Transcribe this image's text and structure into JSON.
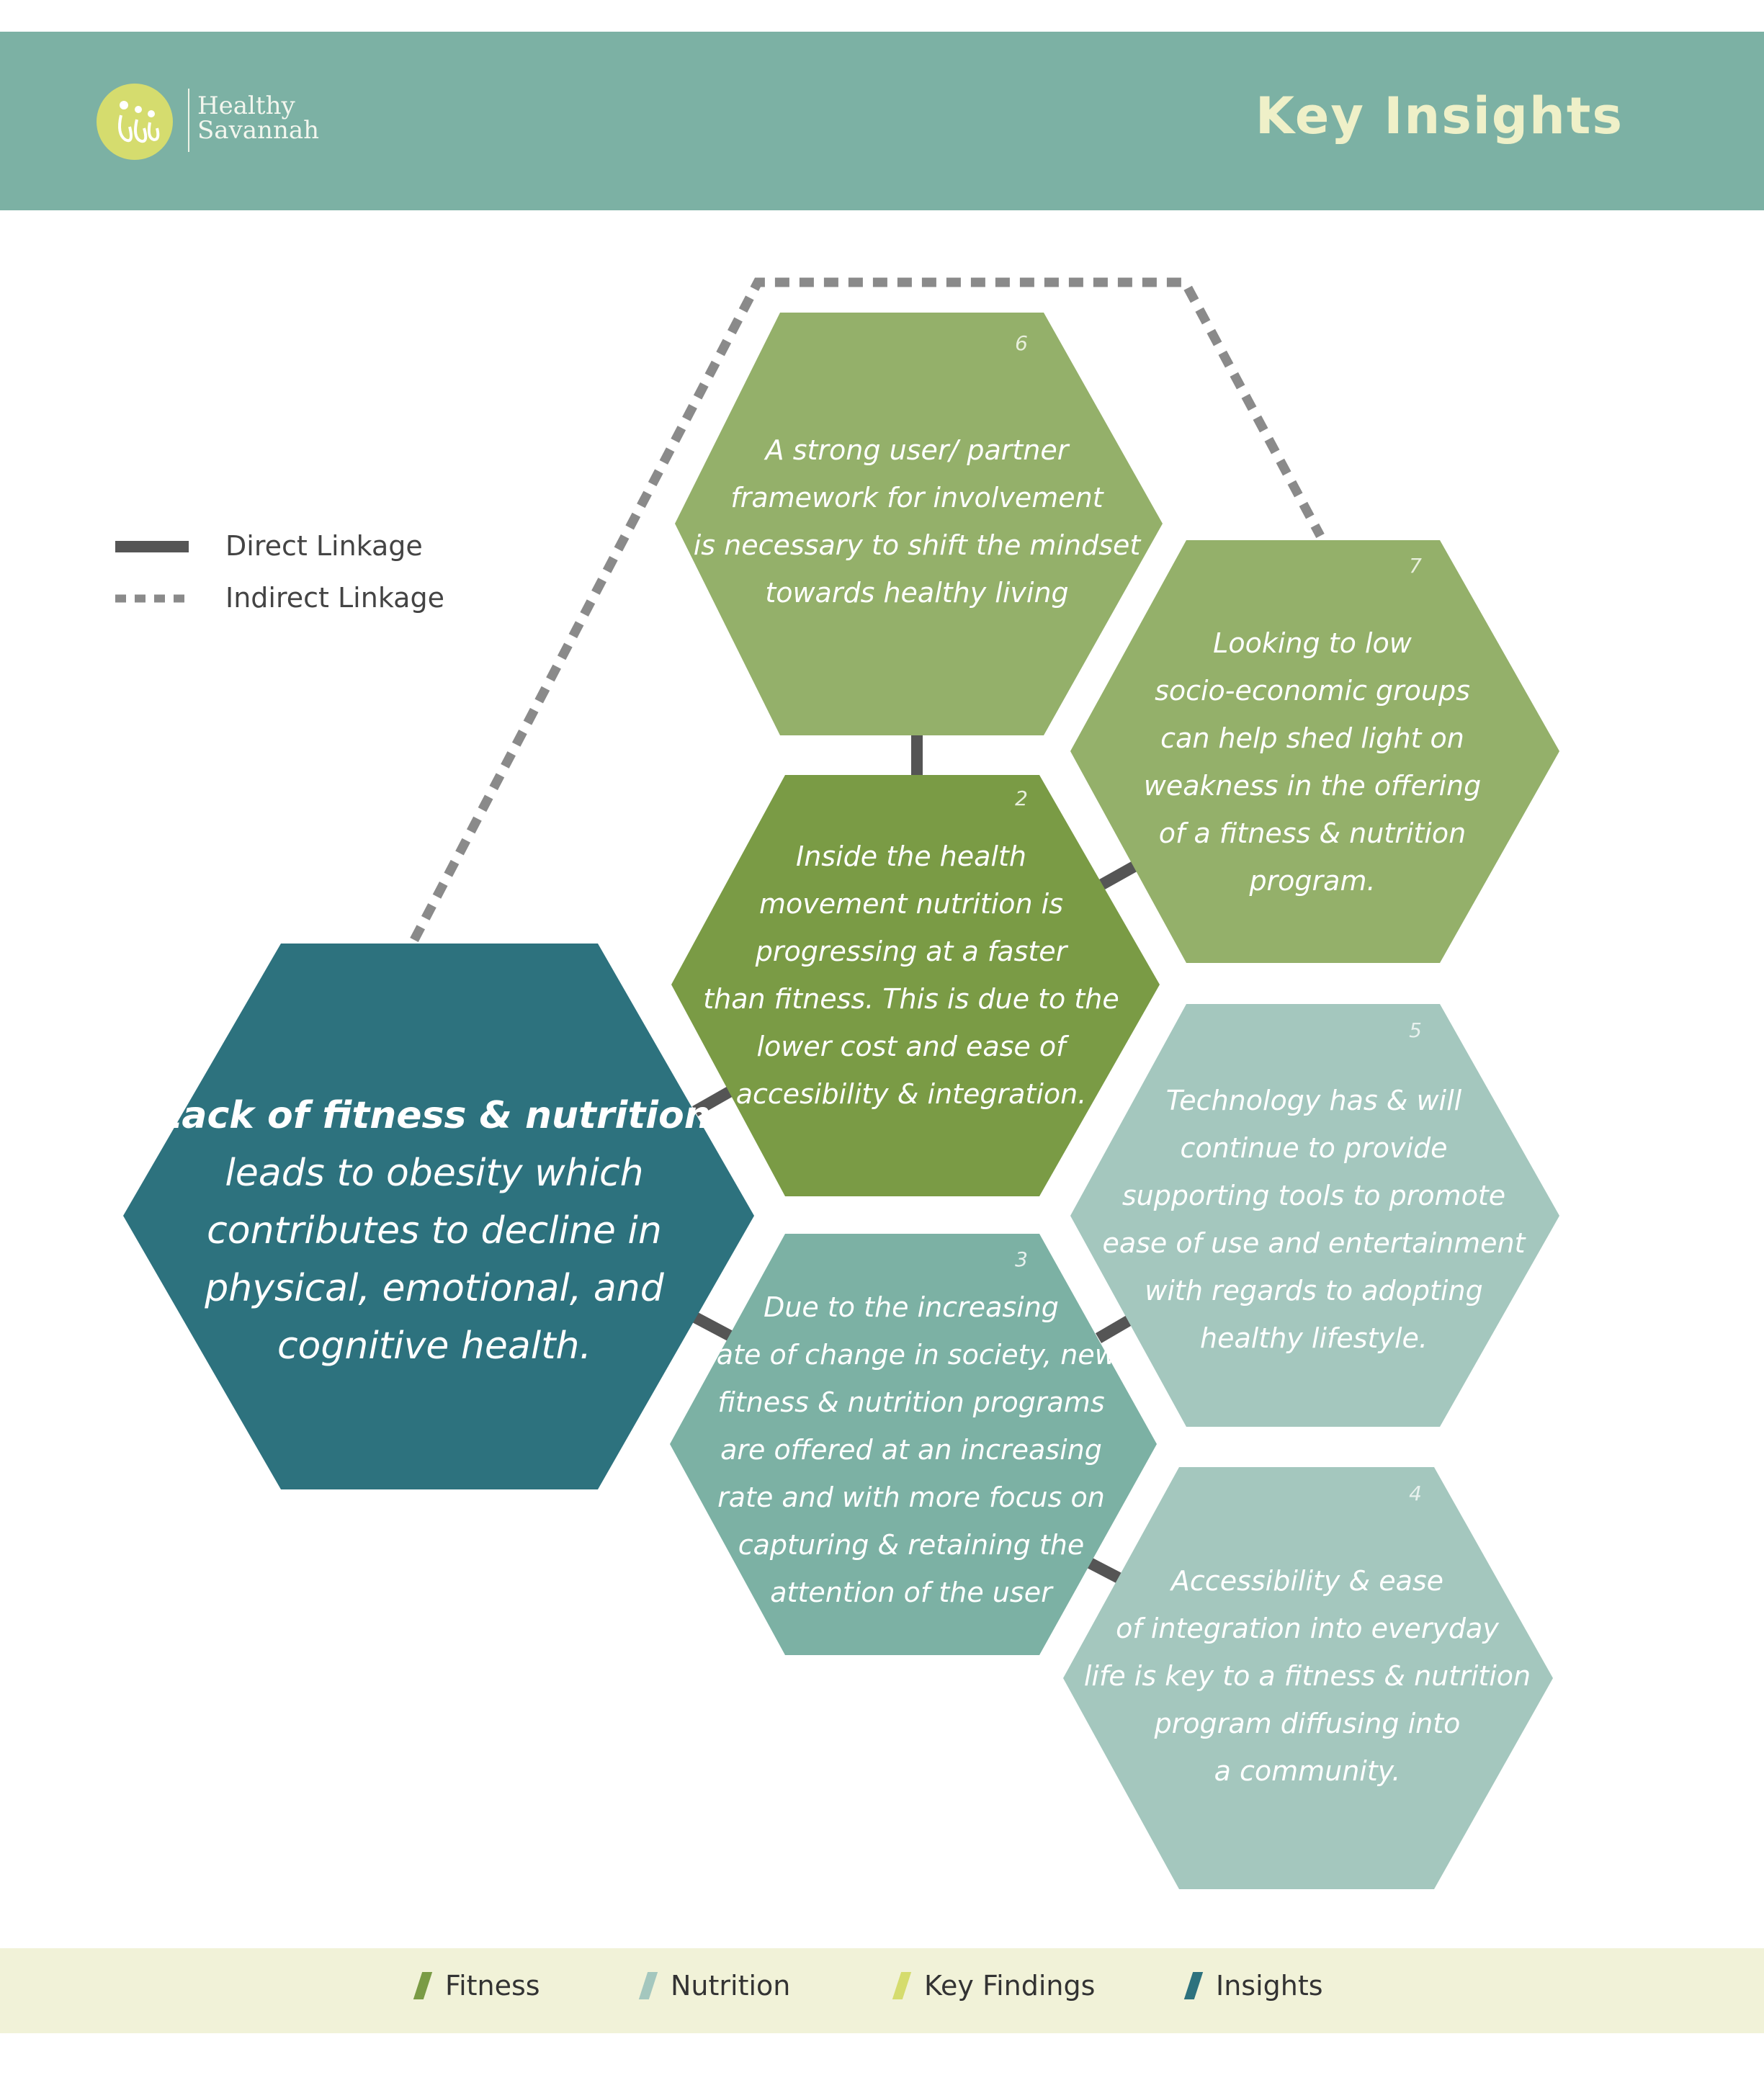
{
  "header": {
    "logo_line1": "Healthy",
    "logo_line2": "Savannah",
    "title": "Key Insights"
  },
  "legend": {
    "direct": "Direct Linkage",
    "indirect": "Indirect Linkage"
  },
  "colors": {
    "header": "#7cb1a4",
    "insight": "#2d727e",
    "fitness_light": "#94b06a",
    "fitness_dark": "#7a9b45",
    "nutrition_mid": "#7cb1a4",
    "nutrition_light": "#a4c7be",
    "key_findings": "#d5dc6e",
    "connector": "#555555",
    "dotted": "#8a8a8a"
  },
  "hexes": [
    {
      "id": "main",
      "number": "",
      "bold": "Lack of fitness & nutrition",
      "lines": [
        "leads to obesity which",
        "contributes to decline in",
        "physical, emotional, and",
        "cognitive health."
      ]
    },
    {
      "id": "2",
      "number": "2",
      "lines": [
        "Inside the health",
        "movement nutrition is",
        "progressing at a faster",
        "than fitness. This is due to the",
        "lower cost and ease of",
        "accesibility & integration."
      ]
    },
    {
      "id": "3",
      "number": "3",
      "lines": [
        "Due to the increasing",
        "rate of change in society, new",
        "fitness & nutrition programs",
        "are offered at an increasing",
        "rate and with more focus on",
        "capturing & retaining the",
        "attention of the user"
      ]
    },
    {
      "id": "4",
      "number": "4",
      "lines": [
        "Accessibility & ease",
        "of integration into everyday",
        "life is key to a fitness & nutrition",
        "program diffusing into",
        "a community."
      ]
    },
    {
      "id": "5",
      "number": "5",
      "lines": [
        "Technology has & will",
        "continue to provide",
        "supporting tools to promote",
        "ease of use and entertainment",
        "with regards to adopting",
        "healthy lifestyle."
      ]
    },
    {
      "id": "6",
      "number": "6",
      "lines": [
        "A strong user/ partner",
        "framework for involvement",
        "is necessary to shift the mindset",
        "towards healthy living"
      ]
    },
    {
      "id": "7",
      "number": "7",
      "lines": [
        "Looking to low",
        "socio-economic groups",
        "can help shed light on",
        "weakness in the offering",
        "of a fitness & nutrition",
        "program."
      ]
    }
  ],
  "categories": [
    {
      "label": "Fitness",
      "color": "#7a9b45"
    },
    {
      "label": "Nutrition",
      "color": "#a4c7be"
    },
    {
      "label": "Key Findings",
      "color": "#d5dc6e"
    },
    {
      "label": "Insights",
      "color": "#2d727e"
    }
  ]
}
